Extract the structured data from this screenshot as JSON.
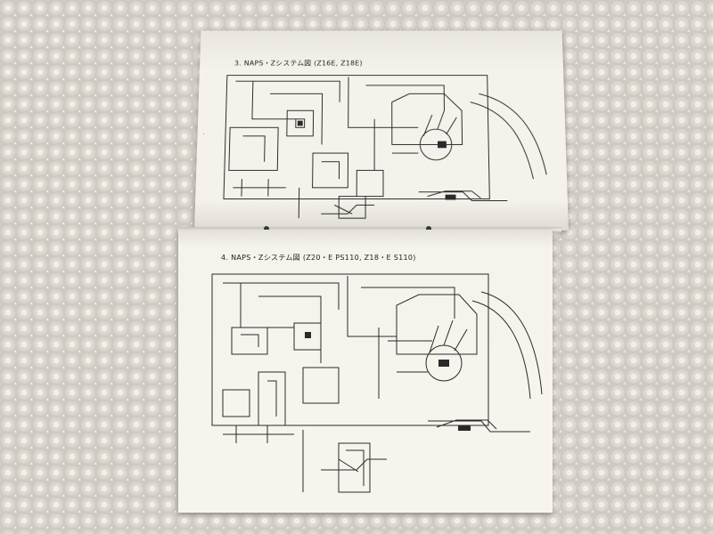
{
  "photo": {
    "background": "bubble-wrap",
    "colors": {
      "paper": "#f4f2eb",
      "ink": "#222222",
      "background": "#cfcbc3"
    }
  },
  "page_top": {
    "caption": "3. NAPS・Zシステム図 (Z16E, Z18E)"
  },
  "page_bottom": {
    "caption": "4. NAPS・Zシステム図 (Z20・E PS110, Z18・E S110)"
  }
}
